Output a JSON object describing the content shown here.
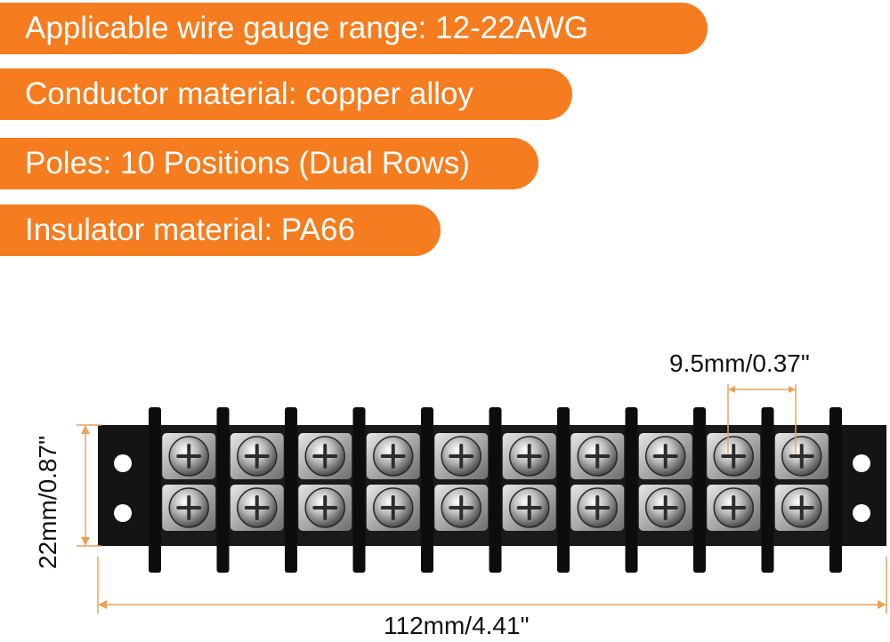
{
  "specs": [
    "Applicable wire gauge range: 12-22AWG",
    "Conductor material: copper alloy",
    "Poles: 10 Positions (Dual Rows)",
    "Insulator material: PA66"
  ],
  "dimensions": {
    "pitch": "9.5mm/0.37\"",
    "height": "22mm/0.87\"",
    "length": "112mm/4.41\""
  },
  "product": {
    "positions": 10,
    "rows": 2
  },
  "colors": {
    "accent": "#f57c1f",
    "body": "#1a1a1a",
    "dimension_line": "#e8a25a"
  }
}
